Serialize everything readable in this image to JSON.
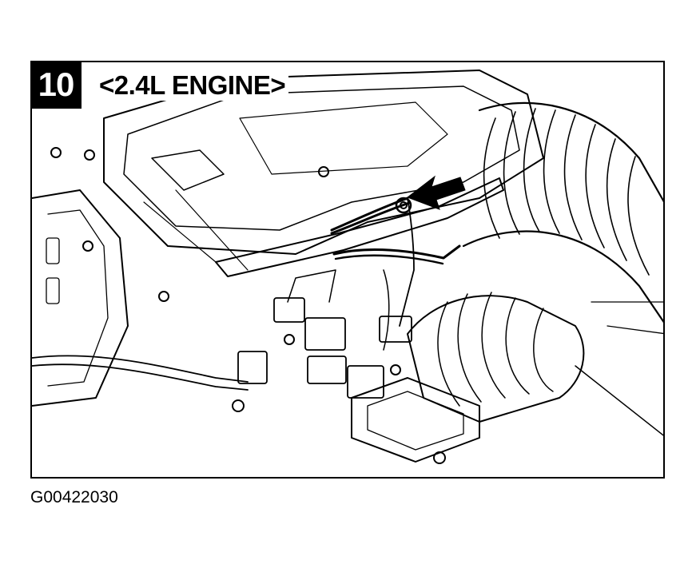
{
  "step": {
    "number": "10",
    "title": "<2.4L ENGINE>"
  },
  "figure": {
    "code": "G00422030",
    "callout_arrow": "pointer-arrow-icon"
  },
  "colors": {
    "ink": "#000000",
    "paper": "#ffffff"
  }
}
